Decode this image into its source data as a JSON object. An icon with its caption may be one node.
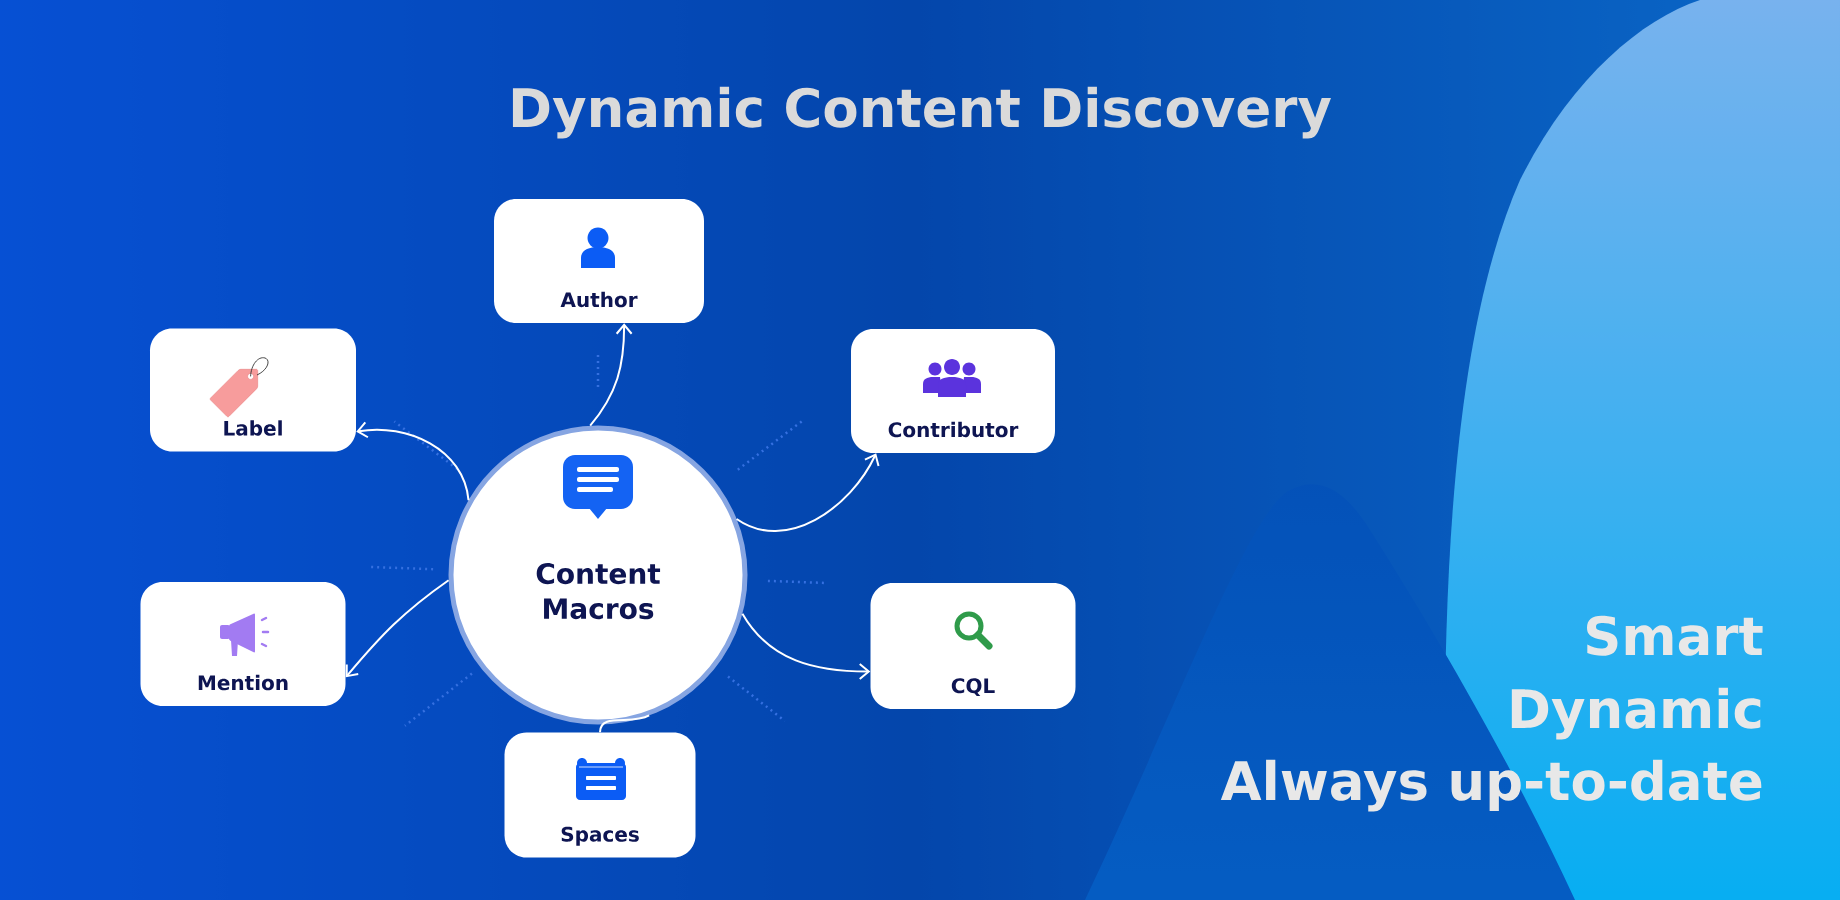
{
  "diagram": {
    "title": "Dynamic Content Discovery",
    "nodes": [
      {
        "text": [
          "Author"
        ]
      },
      {
        "text": [
          "Label"
        ]
      },
      {
        "text": [
          "Contributor"
        ]
      },
      {
        "text": [
          "Content Macros"
        ]
      },
      {
        "text": [
          "Mention"
        ]
      },
      {
        "text": [
          "CQL"
        ]
      },
      {
        "text": [
          "Spaces"
        ]
      }
    ],
    "edges": [
      {
        "from": 3,
        "to": 0,
        "arrow": "to"
      },
      {
        "from": 3,
        "to": 1,
        "arrow": "to"
      },
      {
        "from": 3,
        "to": 2,
        "arrow": "to"
      },
      {
        "from": 3,
        "to": 4,
        "arrow": "to"
      },
      {
        "from": 3,
        "to": 5,
        "arrow": "to"
      },
      {
        "from": 3,
        "to": 6,
        "arrow": "none"
      }
    ],
    "labels": [
      "Smart",
      "Dynamic",
      "Always up-to-date"
    ]
  }
}
